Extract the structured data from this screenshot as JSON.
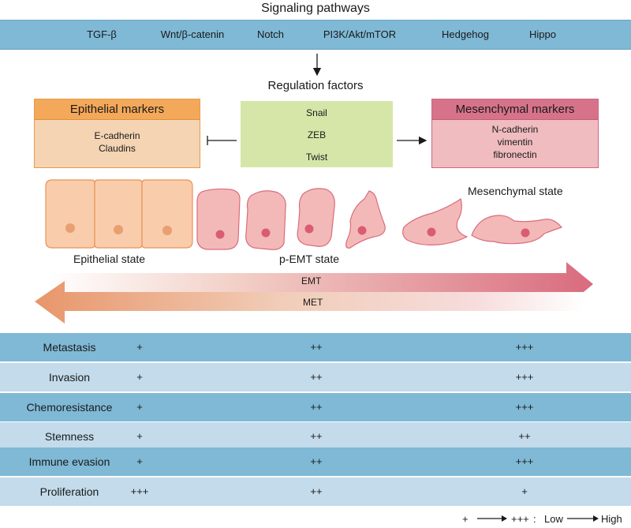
{
  "title": "Signaling pathways",
  "pathways": [
    "TGF-β",
    "Wnt/β-catenin",
    "Notch",
    "PI3K/Akt/mTOR",
    "Hedgehog",
    "Hippo"
  ],
  "regulation_label": "Regulation factors",
  "epithelial_box": {
    "title": "Epithelial markers",
    "items": [
      "E-cadherin",
      "Claudins"
    ]
  },
  "regulation_box": {
    "items": [
      "Snail",
      "ZEB",
      "Twist"
    ]
  },
  "mesenchymal_box": {
    "title": "Mesenchymal markers",
    "items": [
      "N-cadherin",
      "vimentin",
      "fibronectin"
    ]
  },
  "states": {
    "epithelial": "Epithelial state",
    "pemt": "p-EMT state",
    "mesenchymal": "Mesenchymal state"
  },
  "arrows": {
    "emt": "EMT",
    "met": "MET"
  },
  "rows": [
    {
      "label": "Metastasis",
      "values": [
        "+",
        "++",
        "+++"
      ]
    },
    {
      "label": "Invasion",
      "values": [
        "+",
        "++",
        "+++"
      ]
    },
    {
      "label": "Chemoresistance",
      "values": [
        "+",
        "++",
        "+++"
      ]
    },
    {
      "label": "Stemness",
      "values": [
        "+",
        "++",
        "++"
      ]
    },
    {
      "label": "Immune evasion",
      "values": [
        "+",
        "++",
        "+++"
      ]
    },
    {
      "label": "Proliferation",
      "values": [
        "+++",
        "++",
        "+"
      ]
    }
  ],
  "legend": {
    "from_symbol": "+",
    "to_symbol": "+++",
    "separator": ":",
    "from_text": "Low",
    "to_text": "High"
  },
  "colors": {
    "pathway_band": "#7fb9d6",
    "row_dark": "#7fb9d6",
    "row_light": "#c3dbea",
    "epithelial": "#f4a85a",
    "mesenchymal": "#d6738a",
    "regulation": "#d6e6a8",
    "emt_arrow": "#d96b7e",
    "met_arrow": "#e8966a"
  }
}
